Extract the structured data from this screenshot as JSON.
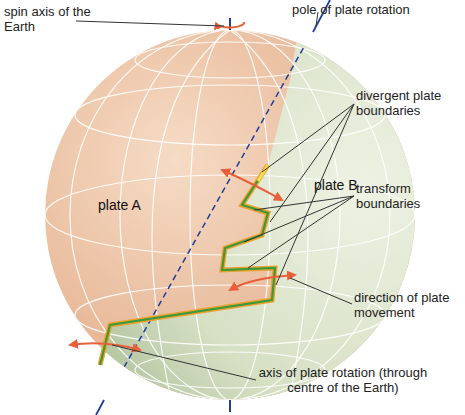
{
  "diagram": {
    "labels": [
      "spin axis of the Earth",
      "pole of plate rotation",
      "divergent plate boundaries",
      "plate A",
      "plate B",
      "transform boundaries",
      "direction of plate movement",
      "axis of plate rotation (through centre of the Earth)"
    ]
  }
}
